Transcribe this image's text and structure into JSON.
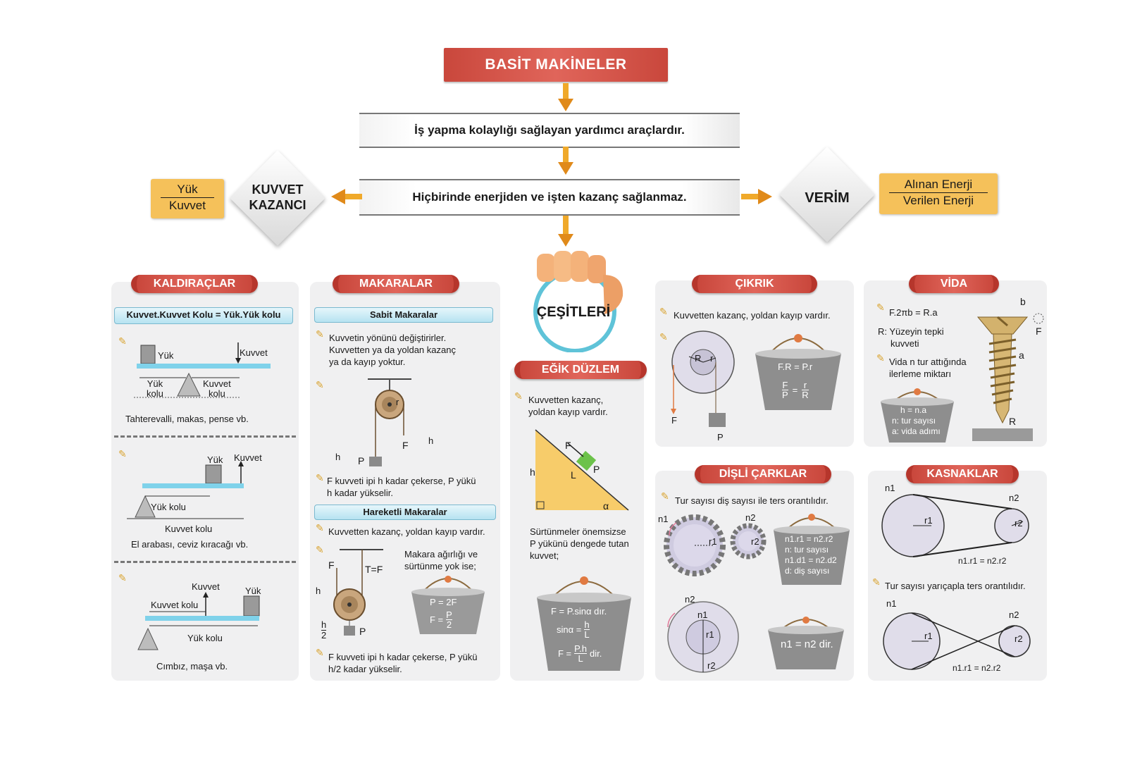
{
  "title": "BASİT MAKİNELER",
  "definition": "İş yapma kolaylığı sağlayan yardımcı araçlardır.",
  "principle": "Hiçbirinde enerjiden ve işten kazanç sağlanmaz.",
  "kuvvet_kazanci": {
    "label_line1": "KUVVET",
    "label_line2": "KAZANCI",
    "numerator": "Yük",
    "denominator": "Kuvvet"
  },
  "verim": {
    "label": "VERİM",
    "numerator": "Alınan Enerji",
    "denominator": "Verilen Enerji"
  },
  "cesitleri": "ÇEŞİTLERİ",
  "kaldiraclar": {
    "title": "KALDIRAÇLAR",
    "formula": "Kuvvet.Kuvvet Kolu = Yük.Yük kolu",
    "ex1": {
      "yuk": "Yük",
      "kuvvet": "Kuvvet",
      "yuk_kolu_1": "Yük",
      "yuk_kolu_2": "kolu",
      "kuvvet_kolu_1": "Kuvvet",
      "kuvvet_kolu_2": "kolu",
      "caption": "Tahterevalli, makas, pense vb."
    },
    "ex2": {
      "yuk": "Yük",
      "kuvvet": "Kuvvet",
      "yuk_kolu": "Yük kolu",
      "kuvvet_kolu": "Kuvvet kolu",
      "caption": "El arabası, ceviz kıracağı vb."
    },
    "ex3": {
      "kuvvet": "Kuvvet",
      "yuk": "Yük",
      "kuvvet_kolu": "Kuvvet kolu",
      "yuk_kolu": "Yük kolu",
      "caption": "Cımbız, maşa vb."
    }
  },
  "makaralar": {
    "title": "MAKARALAR",
    "sabit_title": "Sabit Makaralar",
    "sabit_text_1": "Kuvvetin yönünü değiştirirler.",
    "sabit_text_2": "Kuvvetten ya da yoldan kazanç",
    "sabit_text_3": "ya da kayıp yoktur.",
    "sabit_F": "F",
    "sabit_h_left": "h",
    "sabit_h_right": "h",
    "sabit_P": "P",
    "sabit_r": "r",
    "sabit_caption_1": "F kuvveti ipi h kadar çekerse, P yükü",
    "sabit_caption_2": "h kadar yükselir.",
    "hareketli_title": "Hareketli Makaralar",
    "hareketli_text": "Kuvvetten kazanç, yoldan kayıp vardır.",
    "hareketli_F": "F",
    "hareketli_T": "T=F",
    "hareketli_h": "h",
    "hareketli_h2_num": "h",
    "hareketli_h2_den": "2",
    "hareketli_P": "P",
    "note_1": "Makara ağırlığı ve",
    "note_2": "sürtünme yok ise;",
    "bucket_1": "P = 2F",
    "bucket_2_lhs": "F =",
    "bucket_2_num": "P",
    "bucket_2_den": "2",
    "hareketli_caption_1": "F kuvveti ipi h kadar çekerse, P yükü",
    "hareketli_caption_2": "h/2 kadar yükselir."
  },
  "egik_duzlem": {
    "title": "EĞİK DÜZLEM",
    "text_1": "Kuvvetten kazanç,",
    "text_2": "yoldan kayıp vardır.",
    "F": "F",
    "P": "P",
    "L": "L",
    "h": "h",
    "alpha": "α",
    "note_1": "Sürtünmeler önemsizse",
    "note_2": "P yükünü dengede tutan",
    "note_3": "kuvvet;",
    "bucket_1": "F = P.sinα dır.",
    "bucket_2_lhs": "sinα =",
    "bucket_2_num": "h",
    "bucket_2_den": "L",
    "bucket_3_lhs": "F =",
    "bucket_3_num": "P.h",
    "bucket_3_den": "L",
    "bucket_3_rhs": "dir."
  },
  "cikrik": {
    "title": "ÇIKRIK",
    "text": "Kuvvetten kazanç, yoldan kayıp vardır.",
    "R": "R",
    "r": "r",
    "F": "F",
    "P": "P",
    "bucket_1": "F.R = P.r",
    "bucket_2_ln": "F",
    "bucket_2_ld": "P",
    "bucket_2_rn": "r",
    "bucket_2_rd": "R"
  },
  "vida": {
    "title": "VİDA",
    "formula": "F.2πb = R.a",
    "r_desc_1": "R: Yüzeyin tepki",
    "r_desc_2": "kuvveti",
    "text_1": "Vida n tur attığında",
    "text_2": "ilerleme miktarı",
    "b": "b",
    "F": "F",
    "a": "a",
    "R": "R",
    "bucket_1": "h = n.a",
    "bucket_2": "n: tur sayısı",
    "bucket_3": "a: vida adımı"
  },
  "disli": {
    "title": "DİŞLİ ÇARKLAR",
    "text": "Tur sayısı diş sayısı ile ters orantılıdır.",
    "n1": "n1",
    "n2": "n2",
    "r1": "r1",
    "r2": "r2",
    "bucket_1": "n1.r1 = n2.r2",
    "bucket_2": "n: tur sayısı",
    "bucket_3": "n1.d1 = n2.d2",
    "bucket_4": "d: diş sayısı",
    "b_n2": "n2",
    "b_n1": "n1",
    "b_r1": "r1",
    "b_r2": "r2",
    "bucket_5": "n1 = n2 dir."
  },
  "kasnaklar": {
    "title": "KASNAKLAR",
    "n1": "n1",
    "n2": "n2",
    "r1": "r1",
    "r2": "r2",
    "formula_1": "n1.r1 = n2.r2",
    "text": "Tur sayısı yarıçapla ters orantılıdır.",
    "n1b": "n1",
    "n2b": "n2",
    "r1b": "r1",
    "r2b": "r2",
    "formula_2": "n1.r1 = n2.r2"
  }
}
